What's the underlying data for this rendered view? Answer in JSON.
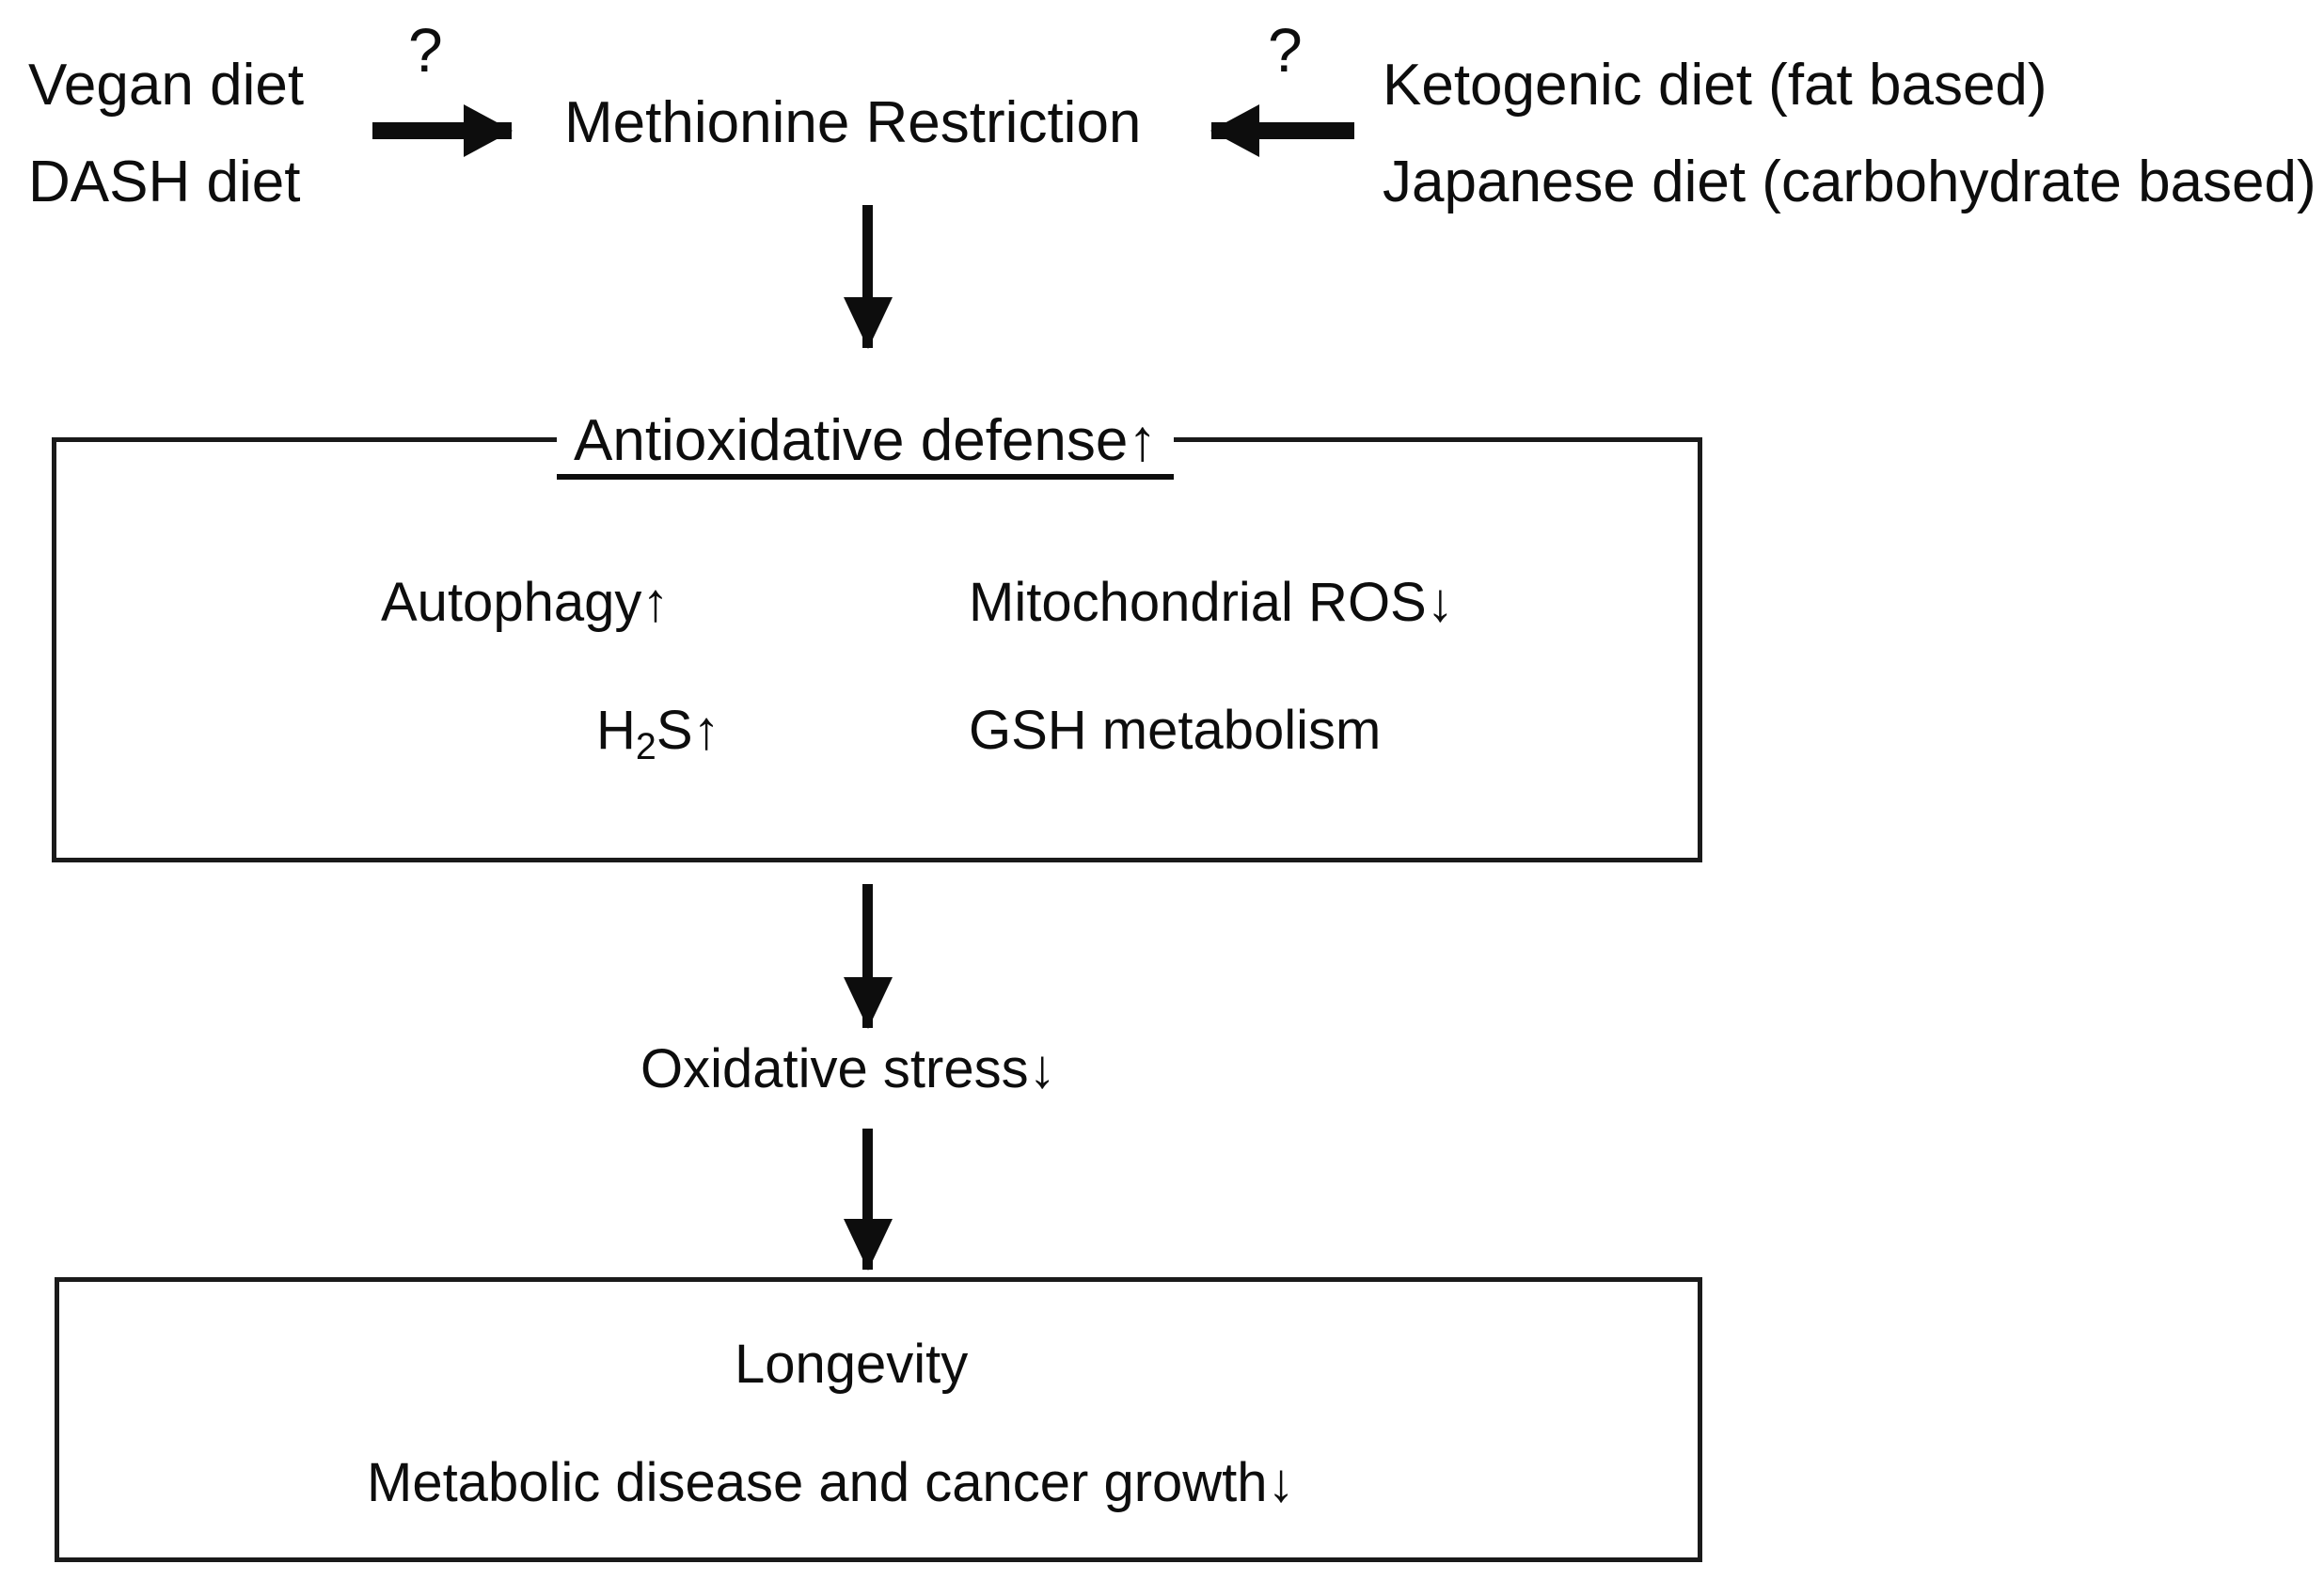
{
  "diagram": {
    "title": "Methionine Restriction pathway diagram",
    "top_row": {
      "left_diets": [
        "Vegan diet",
        "DASH diet"
      ],
      "left_uncertainty_marker": "?",
      "center_node": "Methionine Restriction",
      "right_uncertainty_marker": "?",
      "right_diets": [
        "Ketogenic diet (fat based)",
        "Japanese diet (carbohydrate based)"
      ]
    },
    "antioxidative_box": {
      "title": "Antioxidative defense↑",
      "items": [
        "Autophagy↑",
        "Mitochondrial ROS↓",
        "H",
        "2",
        "S↑",
        "GSH metabolism"
      ],
      "item_autophagy": "Autophagy↑",
      "item_mito_ros": "Mitochondrial ROS↓",
      "item_h2s_pre": "H",
      "item_h2s_sub": "2",
      "item_h2s_post": "S↑",
      "item_gsh": "GSH metabolism"
    },
    "middle_node": "Oxidative stress↓",
    "outcome_box": {
      "line1": "Longevity",
      "line2": "Metabolic disease and cancer growth↓"
    },
    "arrows": {
      "left_to_center": "arrow-right",
      "right_to_center": "arrow-left",
      "center_to_antiox": "arrow-down",
      "antiox_to_oxidative": "arrow-down",
      "oxidative_to_outcome": "arrow-down"
    },
    "colors": {
      "ink": "#0d0d0d",
      "border": "#1a1a1a",
      "background": "#ffffff"
    }
  }
}
